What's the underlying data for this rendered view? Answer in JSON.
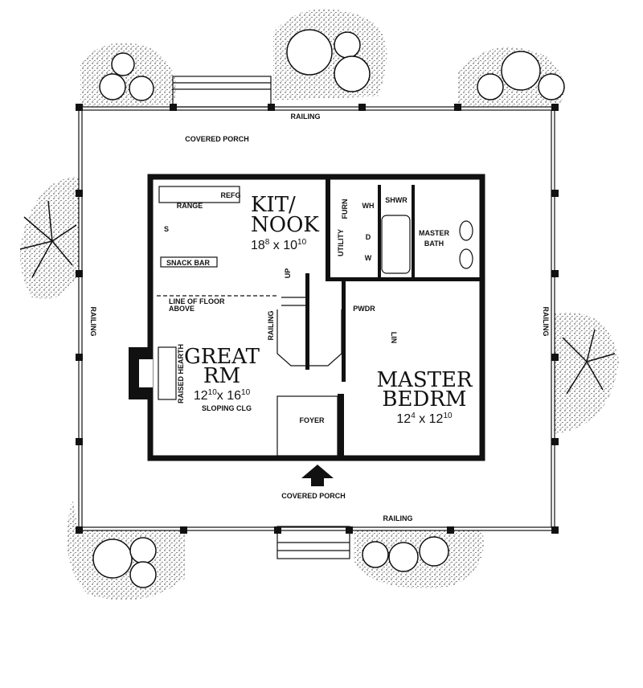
{
  "porch": {
    "top_label": "COVERED PORCH",
    "bottom_label": "COVERED PORCH",
    "railing": "RAILING"
  },
  "rooms": {
    "kitchen": {
      "name1": "KIT/",
      "name2": "NOOK",
      "dim_a": "18",
      "dim_a_sup": "8",
      "dim_b": "10",
      "dim_b_sup": "10"
    },
    "range": "RANGE",
    "refrigerator": "REFG",
    "sink": "S",
    "snack_bar": "SNACK BAR",
    "furnace": "FURN",
    "water_heater": "WH",
    "utility": "UTILITY",
    "dryer": "D",
    "washer": "W",
    "shower": "SHWR",
    "master_bath": {
      "name1": "MASTER",
      "name2": "BATH"
    },
    "stairs_up": "UP",
    "line_floor_above": {
      "line1": "LINE OF FLOOR",
      "line2": "ABOVE"
    },
    "stair_railing": "RAILING",
    "powder": "PWDR",
    "linen": "LIN",
    "great_room": {
      "name1": "GREAT",
      "name2": "RM",
      "dim_a": "12",
      "dim_a_sup": "10",
      "dim_b": "16",
      "dim_b_sup": "10",
      "note": "SLOPING CLG"
    },
    "hearth": "RAISED HEARTH",
    "foyer": "FOYER",
    "master_bedroom": {
      "name1": "MASTER",
      "name2": "BEDRM",
      "dim_a": "12",
      "dim_a_sup": "4",
      "dim_b": "12",
      "dim_b_sup": "10"
    }
  }
}
